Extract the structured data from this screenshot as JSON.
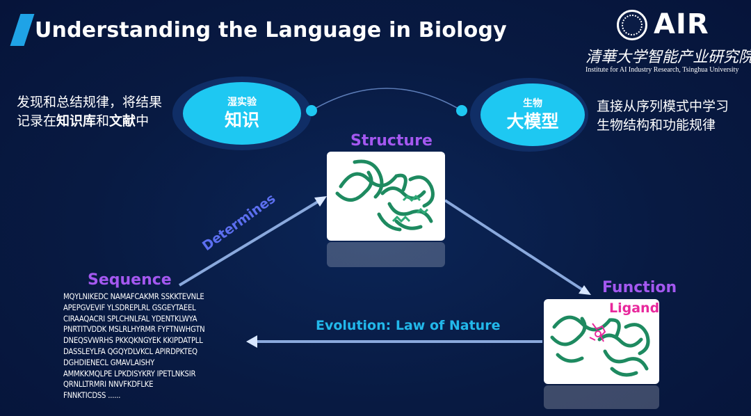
{
  "title": "Understanding the Language in Biology",
  "logo": {
    "brand": "AIR",
    "institute_cn": "清華大学智能产业研究院",
    "institute_en": "Institute for AI Industry Research, Tsinghua University"
  },
  "left_panel": {
    "line1": "发现和总结规律，将结果",
    "line2_prefix": "记录在",
    "line2_bold1": "知识库",
    "line2_mid": "和",
    "line2_bold2": "文献",
    "line2_suffix": "中"
  },
  "left_oval": {
    "small": "湿实验",
    "big": "知识"
  },
  "right_oval": {
    "small": "生物",
    "big": "大模型"
  },
  "right_panel": {
    "line1": "直接从序列模式中学习",
    "line2": "生物结构和功能规律"
  },
  "labels": {
    "structure": "Structure",
    "function": "Function",
    "ligand": "Ligand",
    "sequence": "Sequence",
    "determines": "Determines",
    "evolution": "Evolution: Law of Nature"
  },
  "sequence_lines": [
    "MQYLNIKEDC NAMAFCAKMR SSKKTEVNLE",
    "APEPGVEVIF YLSDREPLRL GSGEYTAEEL",
    "CIRAAQACRI SPLCHNLFAL YDENTKLWYA",
    "PNRTITVDDK MSLRLHYRMR FYFTNWHGTN",
    "DNEQSVWRHS PKKQKNGYEK KKIPDATPLL",
    "DASSLEYLFA QGQYDLVKCL APIRDPKTEQ",
    "DGHDIENECL GMAVLAISHY",
    "AMMKKMQLPE LPKDISYKRY IPETLNKSIR",
    "QRNLLTRMRI NNVFKDFLKE",
    "FNNKTICDSS ......"
  ],
  "colors": {
    "background": "#081a42",
    "oval": "#1ec8f2",
    "purple_label": "#a458f0",
    "cyan_label": "#22b8ea",
    "ligand": "#e8289c",
    "protein": "#1e8a60"
  }
}
